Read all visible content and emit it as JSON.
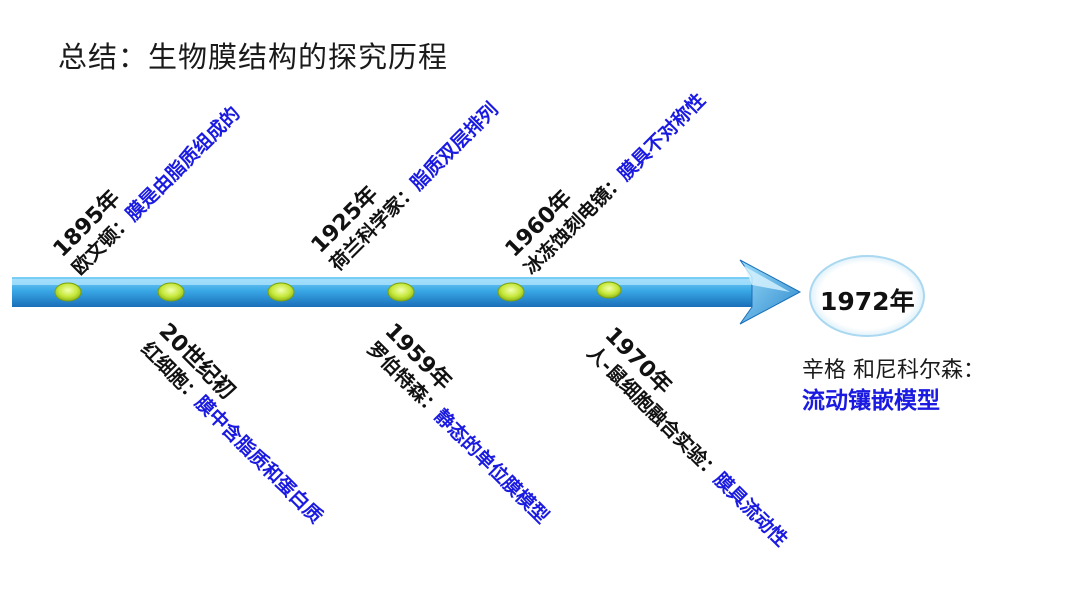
{
  "title": "总结：生物膜结构的探究历程",
  "events_top": [
    {
      "year": "1895年",
      "who": "欧文顿：",
      "finding": "膜是由脂质组成的"
    },
    {
      "year": "1925年",
      "who": "荷兰科学家：",
      "finding": "脂质双层排列"
    },
    {
      "year": "1960年",
      "who": "冰冻蚀刻电镜：",
      "finding": "膜具不对称性"
    }
  ],
  "events_bottom": [
    {
      "year": "20世纪初",
      "who": "红细胞：",
      "finding": "膜中含脂质和蛋白质"
    },
    {
      "year": "1959年",
      "who": "罗伯特森：",
      "finding": "静态的单位膜模型"
    },
    {
      "year": "1970年",
      "who": "人-鼠细胞融合实验：",
      "finding": "膜具流动性"
    }
  ],
  "final": {
    "year": "1972年",
    "who": "辛格 和尼科尔森：",
    "model": "流动镶嵌模型"
  },
  "colors": {
    "arrow": "#3aa8e6",
    "arrow_dark": "#1a6fb8",
    "dot": "#c6e83a",
    "highlight": "#1a1ae0"
  }
}
